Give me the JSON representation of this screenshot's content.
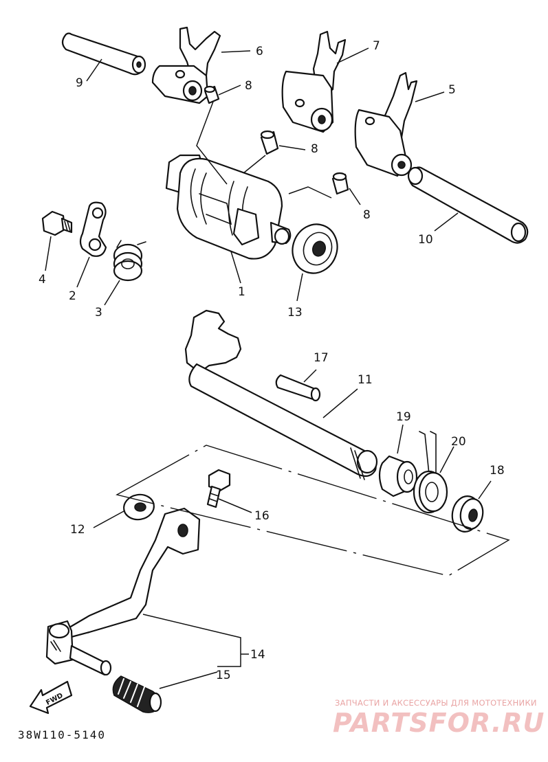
{
  "diagram_code": "38W110-5140",
  "fwd_label": "FWD",
  "watermark": {
    "caption": "ЗАПЧАСТИ И АКСЕССУАРЫ ДЛЯ МОТОТЕХНИКИ",
    "logo": "PARTSFOR.RU"
  },
  "callouts": {
    "p1": "1",
    "p2": "2",
    "p3": "3",
    "p4": "4",
    "p5": "5",
    "p6": "6",
    "p7": "7",
    "p8a": "8",
    "p8b": "8",
    "p8c": "8",
    "p9": "9",
    "p10": "10",
    "p11": "11",
    "p12": "12",
    "p13": "13",
    "p14": "14",
    "p15": "15",
    "p16": "16",
    "p17": "17",
    "p18": "18",
    "p19": "19",
    "p20": "20"
  },
  "colors": {
    "line": "#111111",
    "watermark": "#f2c0c0"
  }
}
